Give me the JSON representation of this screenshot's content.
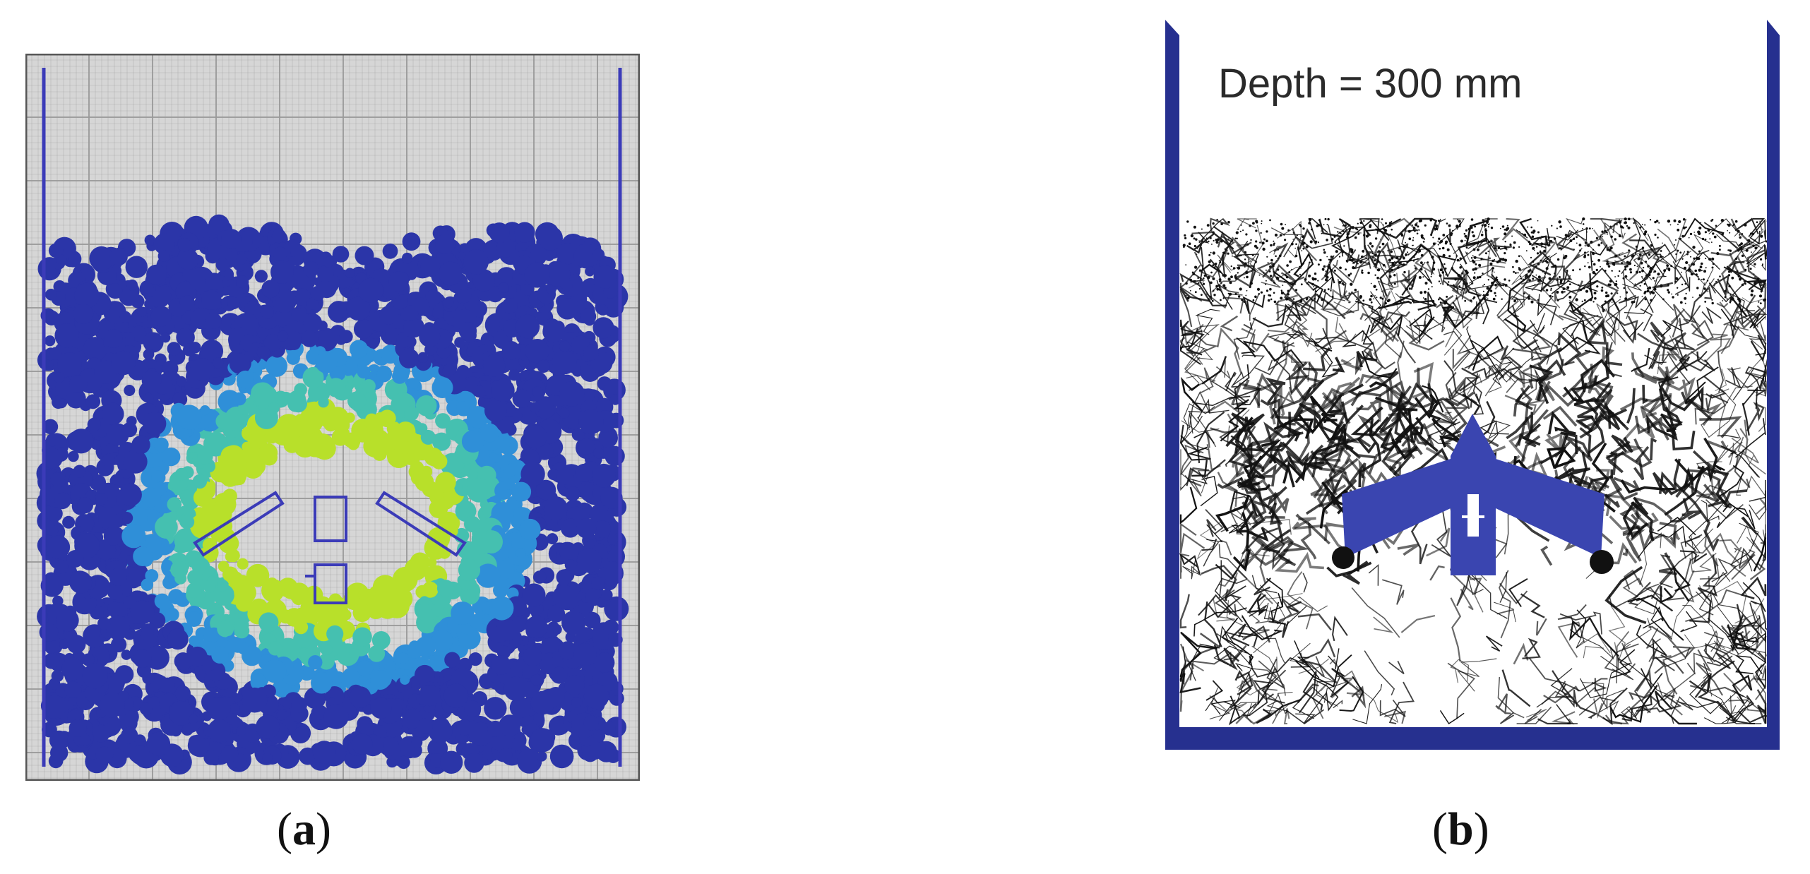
{
  "figure": {
    "panel_a": {
      "caption_open": "(",
      "caption_letter": "a",
      "caption_close": ")",
      "colors": {
        "grid_background": "#d6d6d6",
        "grid_line": "#9a9a9a",
        "wall": "#3b3bb8",
        "particle_low": "#2b35a8",
        "particle_mid": "#2f8fd8",
        "particle_high": "#45c0b0",
        "particle_peak": "#b8e02a"
      },
      "tool_icon": "v-shaped-tine-icon"
    },
    "panel_b": {
      "caption_open": "(",
      "caption_letter": "b",
      "caption_close": ")",
      "depth_label": "Depth = 300 mm",
      "colors": {
        "container": "#26308f",
        "tool": "#3a45b0",
        "force_chains": "#111111"
      },
      "tool_icon": "v-shaped-tine-icon"
    }
  }
}
